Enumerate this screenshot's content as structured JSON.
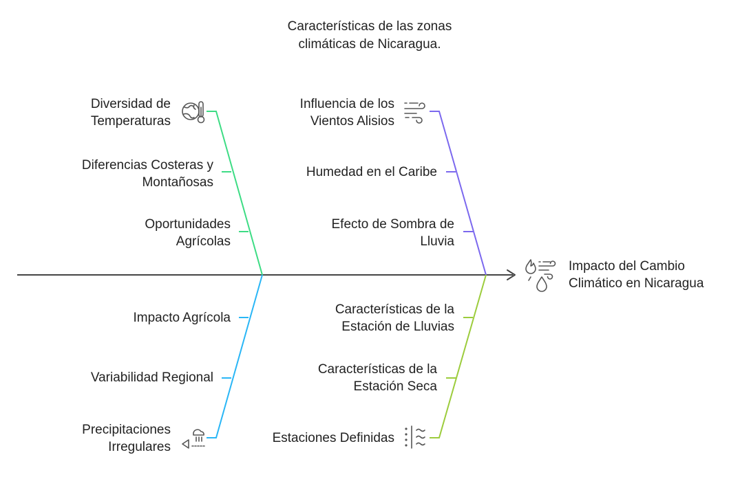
{
  "title": {
    "line1": "Características de las zonas",
    "line2": "climáticas de Nicaragua."
  },
  "effect": {
    "line1": "Impacto del Cambio",
    "line2": "Climático en Nicaragua",
    "icon": "climate-icon"
  },
  "colors": {
    "spine": "#444444",
    "top_left_bone": "#3ddc84",
    "top_right_bone": "#7b68ee",
    "bottom_left_bone": "#29b6f6",
    "bottom_right_bone": "#9ccc3c",
    "icon": "#555555"
  },
  "causes": {
    "top_left": [
      {
        "line1": "Diversidad de",
        "line2": "Temperaturas",
        "icon": "globe-thermometer-icon"
      },
      {
        "line1": "Diferencias Costeras y",
        "line2": "Montañosas"
      },
      {
        "line1": "Oportunidades",
        "line2": "Agrícolas"
      }
    ],
    "top_right": [
      {
        "line1": "Influencia de los",
        "line2": "Vientos Alisios",
        "icon": "wind-icon"
      },
      {
        "line1": "Humedad en el Caribe"
      },
      {
        "line1": "Efecto de Sombra de",
        "line2": "Lluvia"
      }
    ],
    "bottom_left": [
      {
        "line1": "Impacto Agrícola"
      },
      {
        "line1": "Variabilidad Regional"
      },
      {
        "line1": "Precipitaciones",
        "line2": "Irregulares",
        "icon": "rain-cloud-icon"
      }
    ],
    "bottom_right": [
      {
        "line1": "Características de la",
        "line2": "Estación de Lluvias"
      },
      {
        "line1": "Características de la",
        "line2": "Estación Seca"
      },
      {
        "line1": "Estaciones Definidas",
        "icon": "seasons-icon"
      }
    ]
  }
}
